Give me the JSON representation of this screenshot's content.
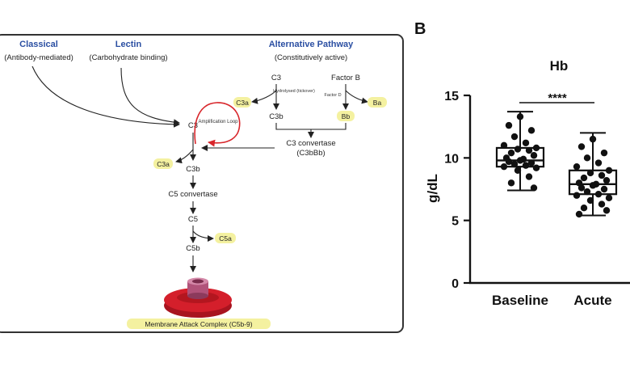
{
  "panel_a": {
    "classical": {
      "title": "Classical",
      "subtitle": "(Antibody-mediated)"
    },
    "lectin": {
      "title": "Lectin",
      "subtitle": "(Carbohydrate binding)"
    },
    "alternative": {
      "title": "Alternative Pathway",
      "subtitle": "(Constitutively active)"
    },
    "c3_alt": "C3",
    "factor_b": "Factor B",
    "hydrolysed": "Hydrolysed (tickover)",
    "factor_d": "Factor D",
    "c3a_right": "C3a",
    "ba": "Ba",
    "c3b_right": "C3b",
    "bb": "Bb",
    "c3_convertase": "C3 convertase",
    "c3bbb": "(C3bBb)",
    "c3_main": "C3",
    "amplification": "Amplification Loop",
    "c3a_left": "C3a",
    "c3b_main": "C3b",
    "c5_convertase": "C5 convertase",
    "c5": "C5",
    "c5a": "C5a",
    "c5b": "C5b",
    "mac": "Membrane Attack Complex (C5b-9)"
  },
  "panel_b": {
    "letter": "B",
    "significance": "****",
    "chart_data": {
      "type": "boxplot",
      "title": "Hb",
      "ylabel": "g/dL",
      "ylim": [
        0,
        15
      ],
      "yticks": [
        0,
        5,
        10,
        15
      ],
      "categories": [
        "Baseline",
        "Acute"
      ],
      "box_stats": [
        {
          "min": 7.4,
          "q1": 9.3,
          "median": 9.8,
          "q3": 10.8,
          "max": 13.7
        },
        {
          "min": 5.4,
          "q1": 7.1,
          "median": 7.9,
          "q3": 9.0,
          "max": 12.0
        }
      ],
      "points": [
        [
          13.3,
          12.6,
          12.2,
          11.7,
          11.2,
          11.0,
          10.8,
          10.7,
          10.6,
          10.4,
          10.2,
          10.0,
          9.9,
          9.8,
          9.7,
          9.6,
          9.5,
          9.4,
          9.3,
          9.2,
          9.0,
          8.5,
          8.0,
          7.6
        ],
        [
          11.5,
          10.9,
          10.4,
          10.0,
          9.6,
          9.3,
          9.0,
          8.8,
          8.6,
          8.4,
          8.2,
          8.0,
          7.9,
          7.8,
          7.6,
          7.5,
          7.3,
          7.1,
          7.0,
          6.8,
          6.6,
          6.3,
          6.0,
          5.8,
          5.5
        ]
      ]
    }
  },
  "colors": {
    "blue_titles": "#2b4fa2",
    "yellow_highlight": "#f4f1a0",
    "loop_red": "#d8262b",
    "mac_red": "#d41f2b",
    "mac_pink": "#b1537a"
  }
}
